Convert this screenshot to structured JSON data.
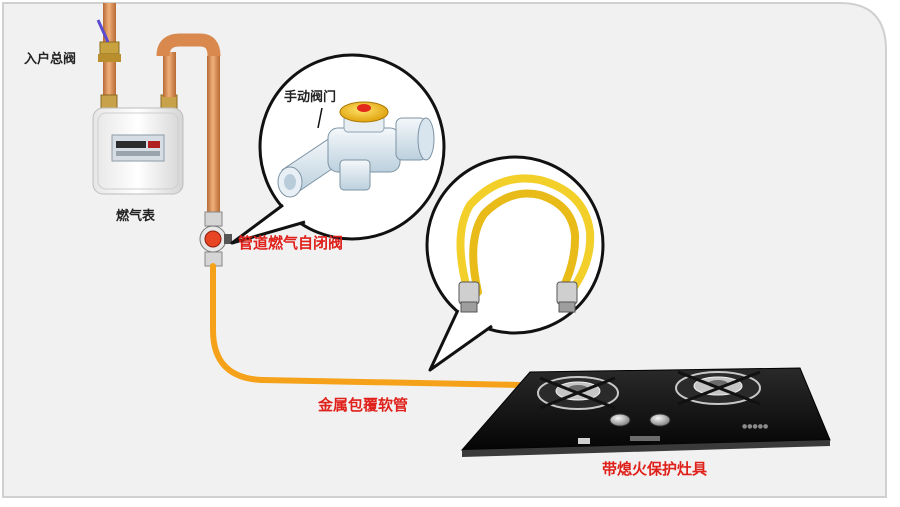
{
  "labels": {
    "entry_valve": "入户总阀",
    "gas_meter": "燃气表",
    "manual_valve": "手动阀门",
    "auto_shutoff_valve": "管道燃气自闭阀",
    "metal_hose": "金属包覆软管",
    "stove": "带熄火保护灶具"
  },
  "colors": {
    "label_red": "#e0201a",
    "label_black": "#222222",
    "copper_pipe": "#d9894e",
    "hose_orange": "#f5a21a",
    "hose_yellow": "#f3cf2a",
    "panel_bg": "#f1f1f1",
    "panel_border": "#cfcfcf",
    "stove_glass": "#151515"
  },
  "icons": [
    "gas-meter-icon",
    "valve-icon",
    "metal-hose-icon",
    "gas-stove-icon"
  ]
}
